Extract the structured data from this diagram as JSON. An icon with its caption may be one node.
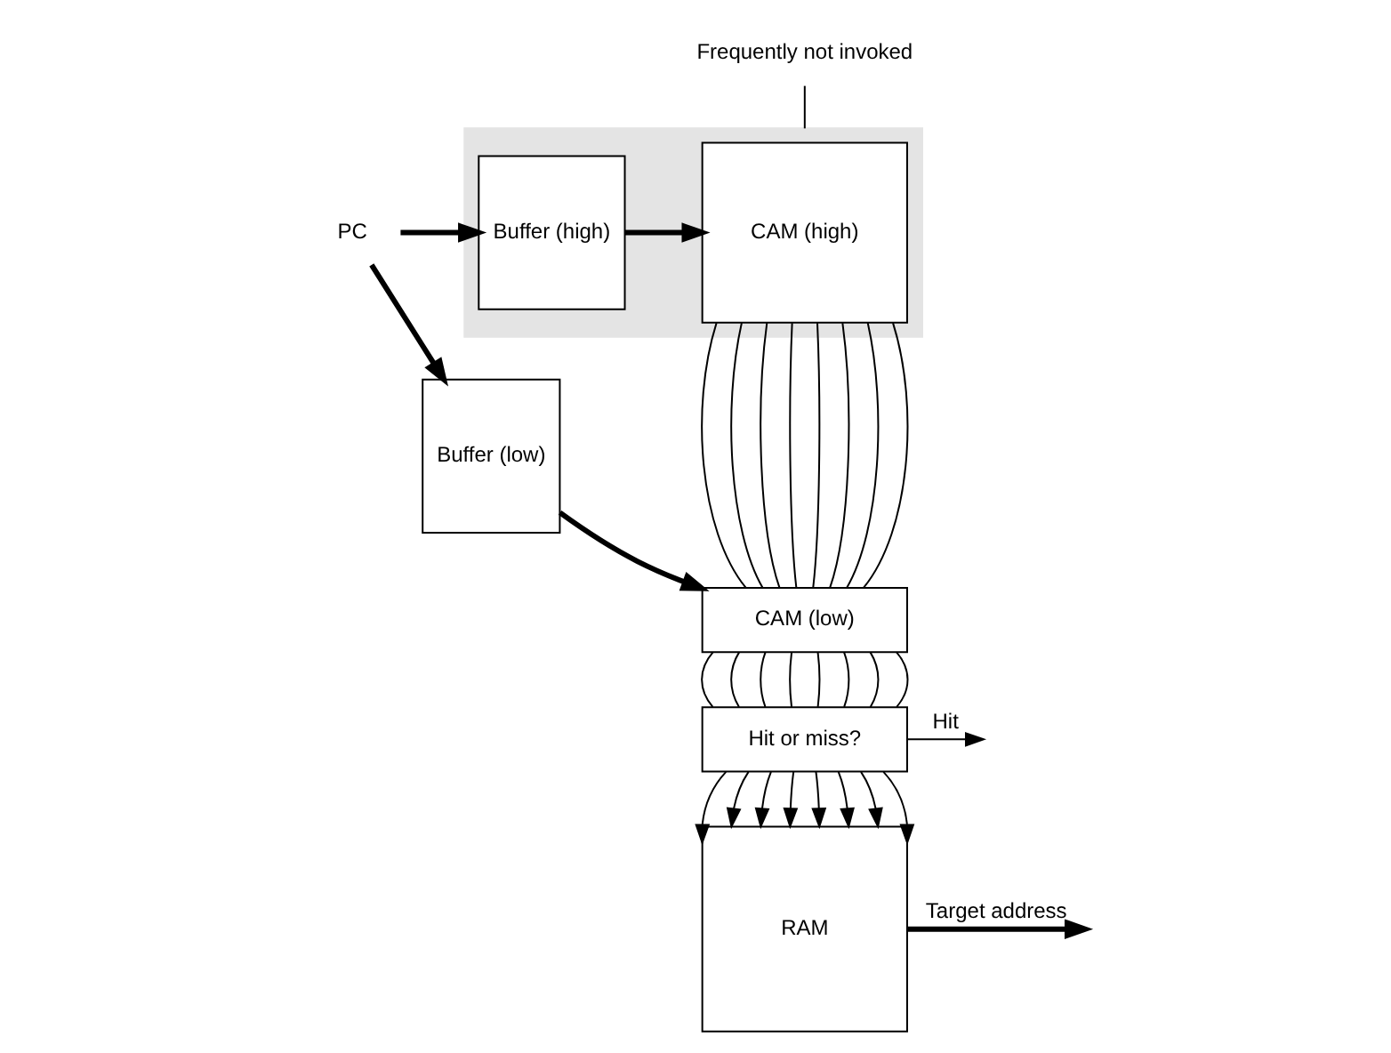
{
  "diagram": {
    "nodes": [
      {
        "text": [],
        "shape": "box"
      },
      {
        "text": [
          "Buffer (high)"
        ],
        "in": 0
      },
      {
        "text": [
          "CAM (high)"
        ],
        "in": 0
      },
      {
        "text": [
          "Buffer (low)"
        ]
      },
      {
        "text": [
          "CAM (low)"
        ]
      },
      {
        "text": [
          "Hit or miss?"
        ]
      },
      {
        "text": [
          "RAM"
        ]
      },
      {
        "text": [
          "PC"
        ]
      },
      {
        "text": [
          "Frequently not invoked"
        ]
      }
    ],
    "edges": [
      {
        "from": 7,
        "to": 1,
        "arrow": "to",
        "style": "thick"
      },
      {
        "from": 7,
        "to": 3,
        "arrow": "to",
        "style": "thick"
      },
      {
        "from": 1,
        "to": 2,
        "arrow": "to",
        "style": "thick"
      },
      {
        "from": 3,
        "to": 4,
        "arrow": "to",
        "style": "thick"
      },
      {
        "from": 2,
        "to": 4,
        "arrow": "none"
      },
      {
        "from": 2,
        "to": 4,
        "arrow": "none"
      },
      {
        "from": 2,
        "to": 4,
        "arrow": "none"
      },
      {
        "from": 2,
        "to": 4,
        "arrow": "none"
      },
      {
        "from": 2,
        "to": 4,
        "arrow": "none"
      },
      {
        "from": 2,
        "to": 4,
        "arrow": "none"
      },
      {
        "from": 2,
        "to": 4,
        "arrow": "none"
      },
      {
        "from": 2,
        "to": 4,
        "arrow": "none"
      },
      {
        "from": 4,
        "to": 5,
        "arrow": "none"
      },
      {
        "from": 4,
        "to": 5,
        "arrow": "none"
      },
      {
        "from": 4,
        "to": 5,
        "arrow": "none"
      },
      {
        "from": 4,
        "to": 5,
        "arrow": "none"
      },
      {
        "from": 4,
        "to": 5,
        "arrow": "none"
      },
      {
        "from": 4,
        "to": 5,
        "arrow": "none"
      },
      {
        "from": 4,
        "to": 5,
        "arrow": "none"
      },
      {
        "from": 4,
        "to": 5,
        "arrow": "none"
      },
      {
        "from": 5,
        "to": 6,
        "arrow": "to"
      },
      {
        "from": 5,
        "to": 6,
        "arrow": "to"
      },
      {
        "from": 5,
        "to": 6,
        "arrow": "to"
      },
      {
        "from": 5,
        "to": 6,
        "arrow": "to"
      },
      {
        "from": 5,
        "to": 6,
        "arrow": "to"
      },
      {
        "from": 5,
        "to": 6,
        "arrow": "to"
      },
      {
        "from": 5,
        "to": 6,
        "arrow": "to"
      },
      {
        "from": 5,
        "to": 6,
        "arrow": "to"
      },
      {
        "from": 5,
        "to": null,
        "label": "Hit",
        "arrow": "to"
      },
      {
        "from": 6,
        "to": null,
        "label": "Target address",
        "arrow": "to",
        "style": "thick"
      },
      {
        "from": 8,
        "to": 0,
        "arrow": "none"
      }
    ]
  }
}
